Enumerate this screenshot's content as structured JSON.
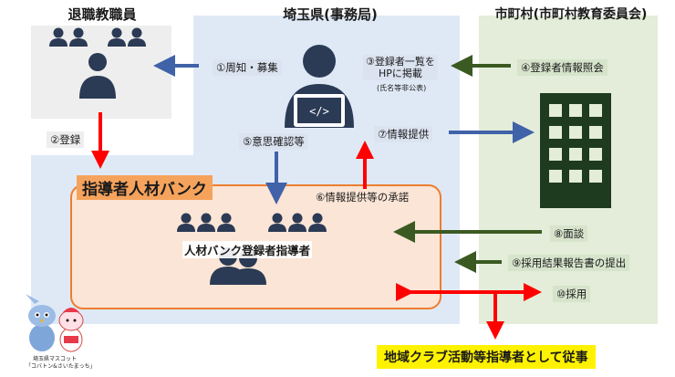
{
  "regions": {
    "retired": {
      "title": "退職教職員",
      "color": "#eeeeee"
    },
    "prefecture": {
      "title": "埼玉県(事務局)",
      "color": "#dfe9f6"
    },
    "municipality": {
      "title": "市町村(市町村教育委員会)",
      "color": "#e3edd9"
    }
  },
  "bank": {
    "title": "指導者人材バンク",
    "registrants_label": "人材バンク登録者指導者"
  },
  "steps": {
    "s1": "①周知・募集",
    "s2": "②登録",
    "s3_line1": "③登録者一覧を",
    "s3_line2": "HPに掲載",
    "s3_note": "(氏名等非公表)",
    "s4": "④登録者情報照会",
    "s5": "⑤意思確認等",
    "s6": "⑥情報提供等の承諾",
    "s7": "⑦情報提供",
    "s8": "⑧面談",
    "s9": "⑨採用結果報告書の提出",
    "s10": "⑩採用"
  },
  "result": "地域クラブ活動等指導者として従事",
  "mascot": {
    "line1": "埼玉県マスコット",
    "line2": "「コバトン&さいたまっち」"
  },
  "colors": {
    "blue_arrow": "#3f62a8",
    "red_arrow": "#ff0000",
    "green_arrow": "#3b5a22",
    "bank_fill": "#fbe5d6",
    "bank_border": "#ed7d31",
    "icon": "#2b3a55",
    "building": "#1f3b1f"
  }
}
